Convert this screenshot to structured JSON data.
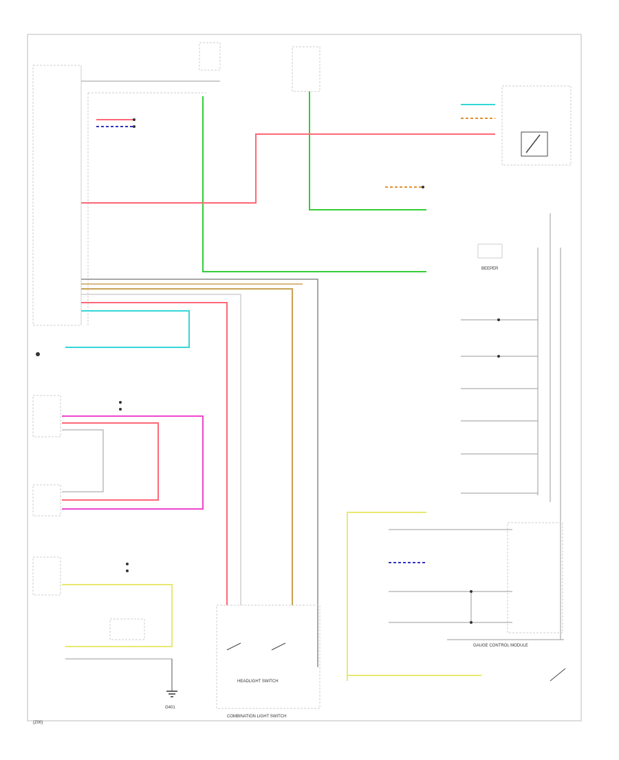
{
  "colors": {
    "green": "#33cc33",
    "red": "#ff6677",
    "cyan": "#33d6d6",
    "tan": "#c8a050",
    "gray": "#8a8a8a",
    "pink": "#ee44cc",
    "salmon": "#ff6677",
    "yellow": "#e8e870",
    "orange": "#e09030",
    "blue": "#3030c0"
  },
  "labels": {
    "gauge_control_module": "GAUGE CONTROL MODULE",
    "combination_light_switch": "COMBINATION LIGHT SWITCH",
    "headlight_switch": "HEADLIGHT SWITCH",
    "beeper": "BEEPER",
    "g401": "G401",
    "page_ref": "(Z00)"
  },
  "icons": [
    "ground-icon",
    "switch-icon",
    "connector-dot-icon"
  ]
}
